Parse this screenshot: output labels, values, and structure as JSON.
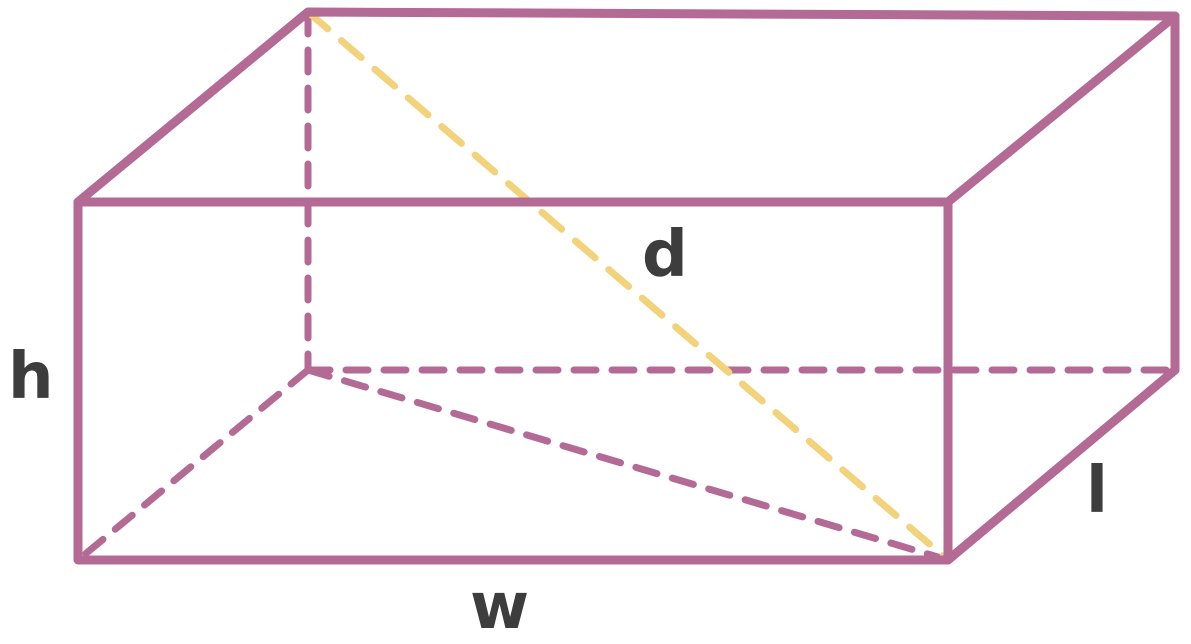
{
  "colors": {
    "edge": "#b36a94",
    "diagonal": "#f2d27a",
    "label": "#3d3d3d",
    "background": "#ffffff"
  },
  "labels": {
    "height": "h",
    "width": "w",
    "length": "l",
    "diagonal": "d"
  }
}
